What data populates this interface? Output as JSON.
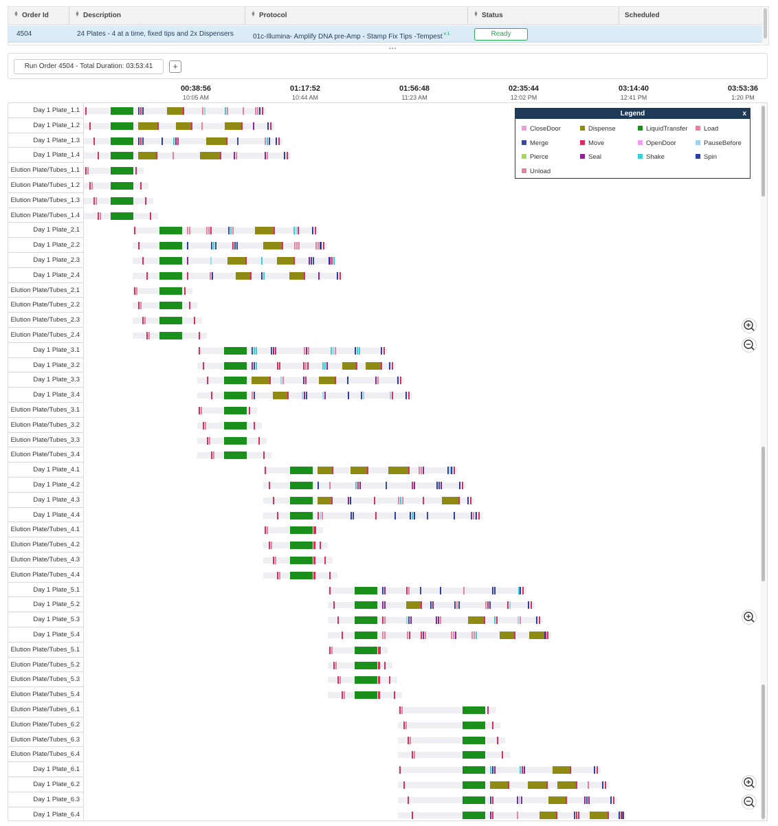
{
  "orders_table": {
    "columns": [
      "Order Id",
      "Description",
      "Protocol",
      "Status",
      "Scheduled"
    ],
    "row": {
      "order_id": "4504",
      "description": "24 Plates - 4 at a time, fixed tips and 2x Dispensers",
      "protocol": "01c-Illumina- Amplify DNA pre-Amp - Stamp Fix Tips -Tempest",
      "version": "v.1",
      "status": "Ready",
      "scheduled": ""
    }
  },
  "run_order": {
    "label": "Run Order 4504 - Total Duration: 03:53:41",
    "add_icon": "plus-square-icon"
  },
  "time_axis": [
    {
      "duration": "00:38:56",
      "clock": "10:05 AM"
    },
    {
      "duration": "01:17:52",
      "clock": "10:44 AM"
    },
    {
      "duration": "01:56:48",
      "clock": "11:23 AM"
    },
    {
      "duration": "02:35:44",
      "clock": "12:02 PM"
    },
    {
      "duration": "03:14:40",
      "clock": "12:41 PM"
    },
    {
      "duration": "03:53:36",
      "clock": "1:20 PM"
    }
  ],
  "legend": {
    "title": "Legend",
    "close": "x",
    "items": [
      {
        "label": "CloseDoor",
        "color": "#f09ae6"
      },
      {
        "label": "Dispense",
        "color": "#8e8a14"
      },
      {
        "label": "LiquidTransfer",
        "color": "#1b8f1b"
      },
      {
        "label": "Load",
        "color": "#ee7f9e"
      },
      {
        "label": "Merge",
        "color": "#3b4aa1"
      },
      {
        "label": "Move",
        "color": "#dc2d5d"
      },
      {
        "label": "OpenDoor",
        "color": "#f39bf0"
      },
      {
        "label": "PauseBefore",
        "color": "#9ed4f0"
      },
      {
        "label": "Pierce",
        "color": "#a6d65b"
      },
      {
        "label": "Seal",
        "color": "#8e2496"
      },
      {
        "label": "Shake",
        "color": "#37d0d6"
      },
      {
        "label": "Spin",
        "color": "#2d3da3"
      },
      {
        "label": "Unload",
        "color": "#e8829e"
      }
    ]
  },
  "rows": [
    "Day 1 Plate_1.1",
    "Day 1 Plate_1.2",
    "Day 1 Plate_1.3",
    "Day 1 Plate_1.4",
    "Elution Plate/Tubes_1.1",
    "Elution Plate/Tubes_1.2",
    "Elution Plate/Tubes_1.3",
    "Elution Plate/Tubes_1.4",
    "Day 1 Plate_2.1",
    "Day 1 Plate_2.2",
    "Day 1 Plate_2.3",
    "Day 1 Plate_2.4",
    "Elution Plate/Tubes_2.1",
    "Elution Plate/Tubes_2.2",
    "Elution Plate/Tubes_2.3",
    "Elution Plate/Tubes_2.4",
    "Day 1 Plate_3.1",
    "Day 1 Plate_3.2",
    "Day 1 Plate_3.3",
    "Day 1 Plate_3.4",
    "Elution Plate/Tubes_3.1",
    "Elution Plate/Tubes_3.2",
    "Elution Plate/Tubes_3.3",
    "Elution Plate/Tubes_3.4",
    "Day 1 Plate_4.1",
    "Day 1 Plate_4.2",
    "Day 1 Plate_4.3",
    "Day 1 Plate_4.4",
    "Elution Plate/Tubes_4.1",
    "Elution Plate/Tubes_4.2",
    "Elution Plate/Tubes_4.3",
    "Elution Plate/Tubes_4.4",
    "Day 1 Plate_5.1",
    "Day 1 Plate_5.2",
    "Day 1 Plate_5.3",
    "Day 1 Plate_5.4",
    "Elution Plate/Tubes_5.1",
    "Elution Plate/Tubes_5.2",
    "Elution Plate/Tubes_5.3",
    "Elution Plate/Tubes_5.4",
    "Elution Plate/Tubes_6.1",
    "Elution Plate/Tubes_6.2",
    "Elution Plate/Tubes_6.3",
    "Elution Plate/Tubes_6.4",
    "Day 1 Plate_6.1",
    "Day 1 Plate_6.2",
    "Day 1 Plate_6.3",
    "Day 1 Plate_6.4"
  ]
}
